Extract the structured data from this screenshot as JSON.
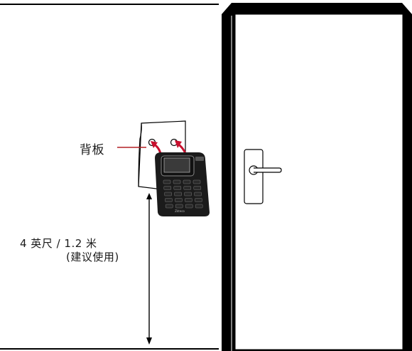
{
  "labels": {
    "backplate": "背板",
    "height_line1": "4  英尺 / 1.2 米",
    "height_line2": "(建议使用)"
  },
  "device": {
    "brand_mark": "Zkteco"
  },
  "colors": {
    "door_frame": "#000000",
    "arrow": "#c8102e",
    "leader": "#b32025",
    "device_body": "#1b1b1b",
    "keypad_key": "#2a2a2a",
    "screen": "#3a3a3a"
  },
  "icons": [
    "door-handle-icon",
    "keypad-icon",
    "double-arrow-icon"
  ]
}
